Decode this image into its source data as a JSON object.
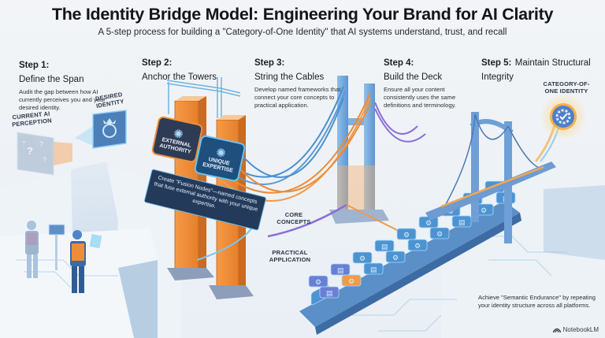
{
  "header": {
    "title": "The Identity Bridge Model: Engineering Your Brand for AI Clarity",
    "subtitle": "A 5-step process for building a \"Category-of-One Identity\" that AI systems understand, trust, and recall"
  },
  "steps": [
    {
      "num": "Step 1:",
      "name": "Define the Span",
      "desc": "Audit the gap between how AI currently perceives you and your desired identity."
    },
    {
      "num": "Step 2:",
      "name": "Anchor the Towers",
      "desc": ""
    },
    {
      "num": "Step 3:",
      "name": "String the Cables",
      "desc": "Develop named frameworks that connect your core concepts to practical application."
    },
    {
      "num": "Step 4:",
      "name": "Build the Deck",
      "desc": "Ensure all your content consistently uses the same definitions and terminology."
    },
    {
      "num": "Step 5:",
      "name": "Maintain Structural Integrity",
      "desc": ""
    }
  ],
  "labels": {
    "current_perception": "CURRENT AI PERCEPTION",
    "desired_identity": "DESIRED IDENTITY",
    "external_authority": "EXTERNAL AUTHORITY",
    "unique_expertise": "UNIQUE EXPERTISE",
    "fusion_nodes": "Create \"Fusion Nodes\"—named concepts that fuse external authority with your unique expertise.",
    "core_concepts": "CORE CONCEPTS",
    "practical_application": "PRACTICAL APPLICATION",
    "category_of_one": "CATEGORY-OF-ONE IDENTITY"
  },
  "footnote": "Achieve \"Semantic Endurance\" by repeating your identity structure across all platforms.",
  "brand": {
    "name": "NotebookLM",
    "icon": "notebooklm-logo-icon"
  },
  "colors": {
    "orange": "#f0903a",
    "blue": "#4a8fd0",
    "light_blue": "#7cc6ee",
    "purple": "#8a6fd6",
    "navy": "#23365a"
  }
}
